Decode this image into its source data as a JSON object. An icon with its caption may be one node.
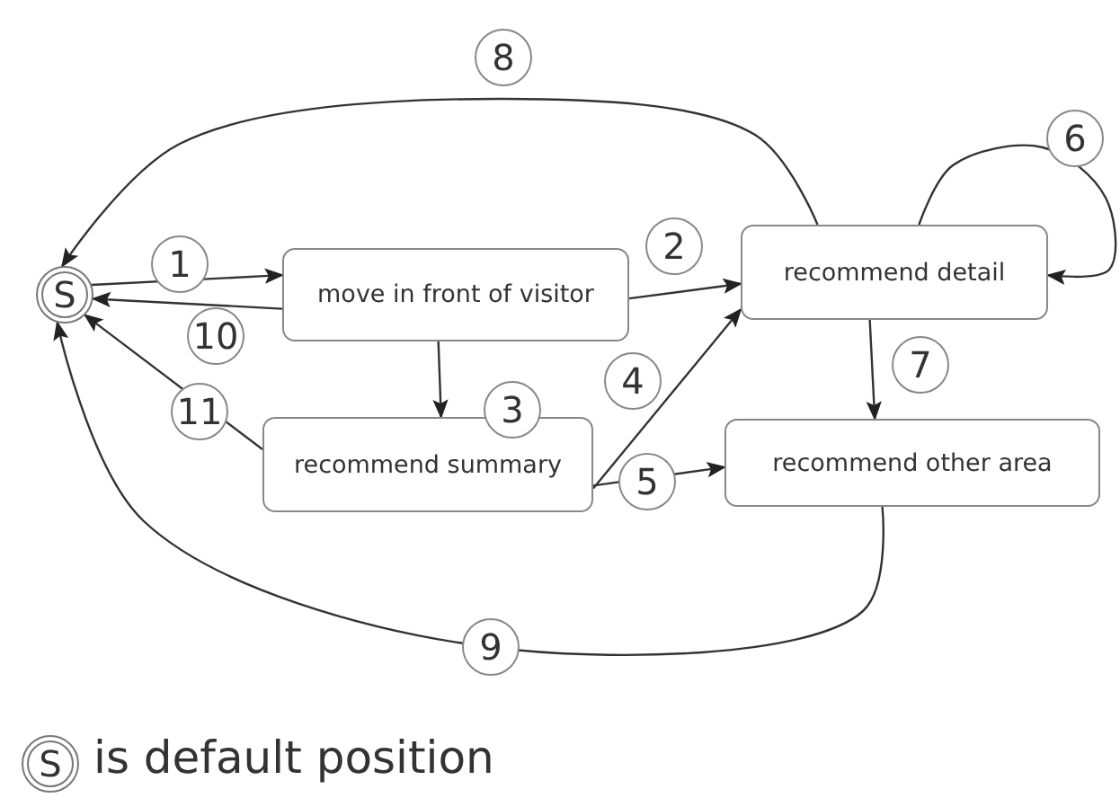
{
  "diagram": {
    "nodes": [
      {
        "text": [
          "S"
        ]
      },
      {
        "text": [
          "move in front of visitor"
        ]
      },
      {
        "text": [
          "recommend detail"
        ]
      },
      {
        "text": [
          "recommend summary"
        ]
      },
      {
        "text": [
          "recommend other area"
        ]
      },
      {
        "text": [
          "S"
        ],
        "beside": [
          "is default position"
        ]
      }
    ],
    "edges": [
      {
        "from": 0,
        "to": 1,
        "arrow": "to",
        "label": "1"
      },
      {
        "from": 1,
        "to": 2,
        "arrow": "to",
        "label": "2"
      },
      {
        "from": 1,
        "to": 3,
        "arrow": "to",
        "label": "3"
      },
      {
        "from": 3,
        "to": 2,
        "arrow": "to",
        "label": "4"
      },
      {
        "from": 3,
        "to": 4,
        "arrow": "to",
        "label": "5"
      },
      {
        "from": 2,
        "to": 2,
        "arrow": "to",
        "label": "6"
      },
      {
        "from": 2,
        "to": 4,
        "arrow": "to",
        "label": "7"
      },
      {
        "from": 2,
        "to": 0,
        "arrow": "to",
        "label": "8"
      },
      {
        "from": 4,
        "to": 0,
        "arrow": "to",
        "label": "9"
      },
      {
        "from": 1,
        "to": 0,
        "arrow": "to",
        "label": "10"
      },
      {
        "from": 3,
        "to": 0,
        "arrow": "to",
        "label": "11"
      }
    ]
  }
}
